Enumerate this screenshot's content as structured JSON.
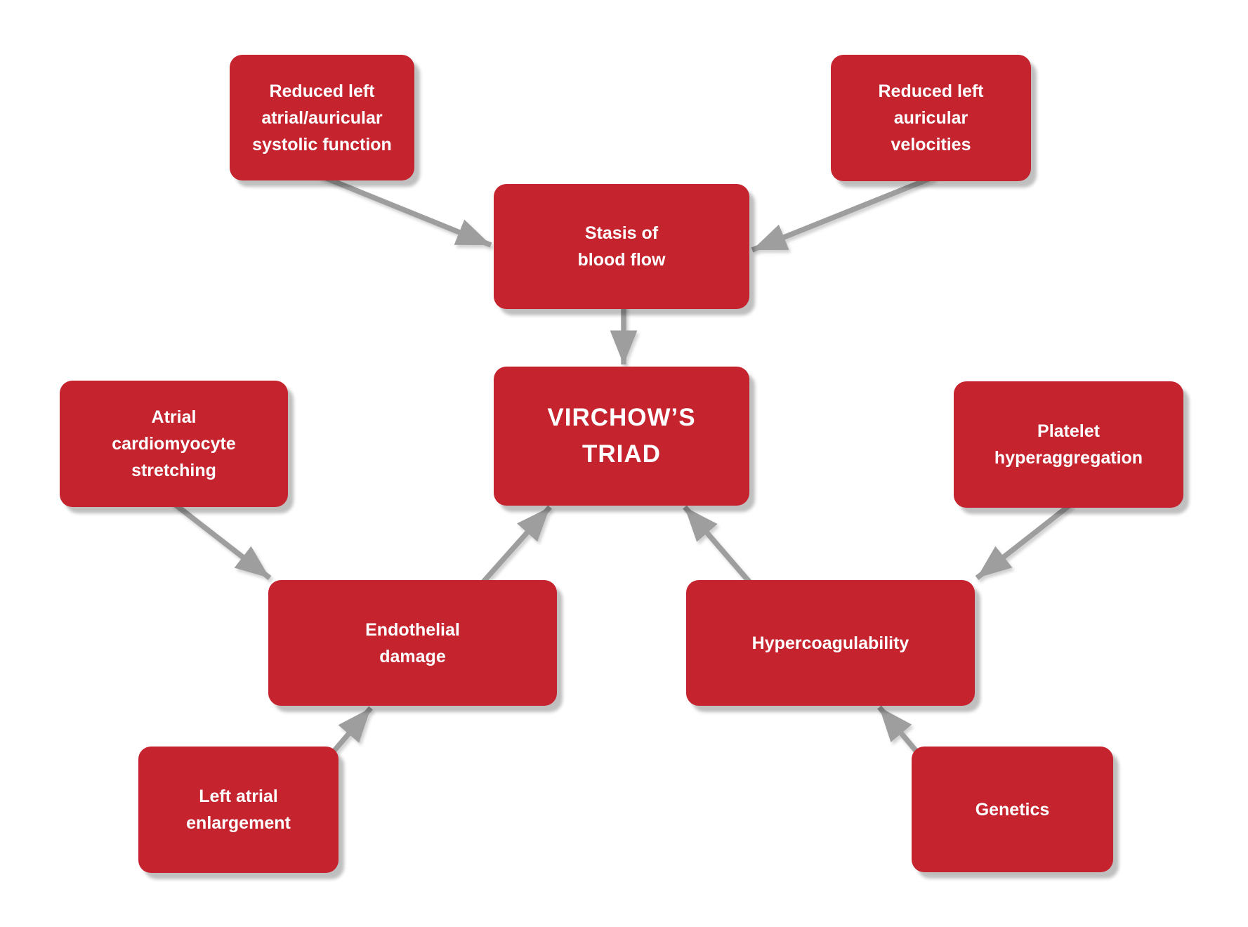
{
  "figure": {
    "background_color": "#ffffff",
    "box_color": "#c5242f",
    "arrow_color": "#9e9e9e",
    "text_color": "#ffffff"
  },
  "nodes": {
    "reduced_systolic": {
      "label": "Reduced left\natrial/auricular\nsystolic function"
    },
    "reduced_auricular": {
      "label": "Reduced left\nauricular\nvelocities"
    },
    "stasis": {
      "label": "Stasis of\nblood flow"
    },
    "triad": {
      "label": "VIRCHOW’S\nTRIAD"
    },
    "atrial_stretch": {
      "label": "Atrial\ncardiomyocyte\nstretching"
    },
    "platelet": {
      "label": "Platelet\nhyperaggregation"
    },
    "endothelial": {
      "label": "Endothelial\ndamage"
    },
    "hypercoagulability": {
      "label": "Hypercoagulability"
    },
    "left_atrial_enlargement": {
      "label": "Left atrial\nenlargement"
    },
    "genetics": {
      "label": "Genetics"
    }
  },
  "edges": [
    {
      "from": "reduced_systolic",
      "to": "stasis"
    },
    {
      "from": "reduced_auricular",
      "to": "stasis"
    },
    {
      "from": "stasis",
      "to": "triad"
    },
    {
      "from": "atrial_stretch",
      "to": "endothelial"
    },
    {
      "from": "left_atrial_enlargement",
      "to": "endothelial"
    },
    {
      "from": "endothelial",
      "to": "triad"
    },
    {
      "from": "hypercoagulability",
      "to": "triad"
    },
    {
      "from": "platelet",
      "to": "hypercoagulability"
    },
    {
      "from": "genetics",
      "to": "hypercoagulability"
    }
  ]
}
